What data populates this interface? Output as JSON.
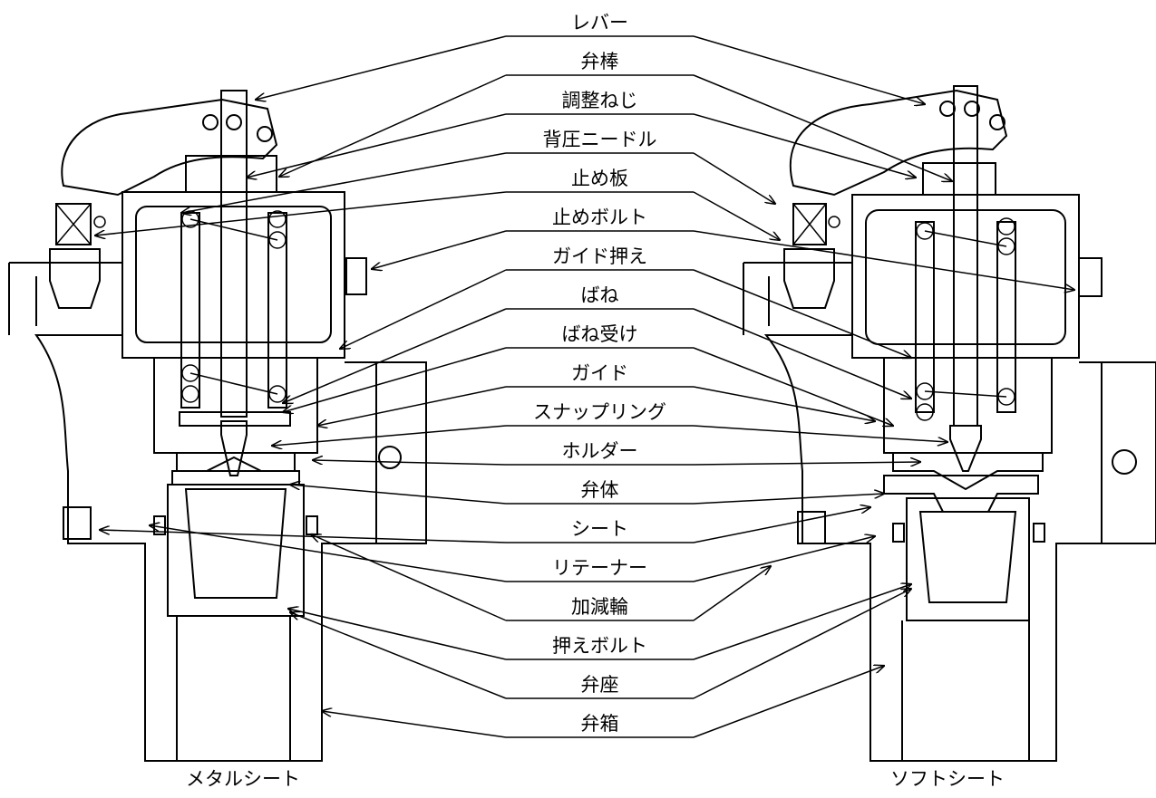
{
  "labels": [
    "レバー",
    "弁棒",
    "調整ねじ",
    "背圧ニードル",
    "止め板",
    "止めボルト",
    "ガイド押え",
    "ばね",
    "ばね受け",
    "ガイド",
    "スナップリング",
    "ホルダー",
    "弁体",
    "シート",
    "リテーナー",
    "加減輪",
    "押えボルト",
    "弁座",
    "弁箱"
  ],
  "captions": {
    "left": "メタルシート",
    "right": "ソフトシート"
  }
}
